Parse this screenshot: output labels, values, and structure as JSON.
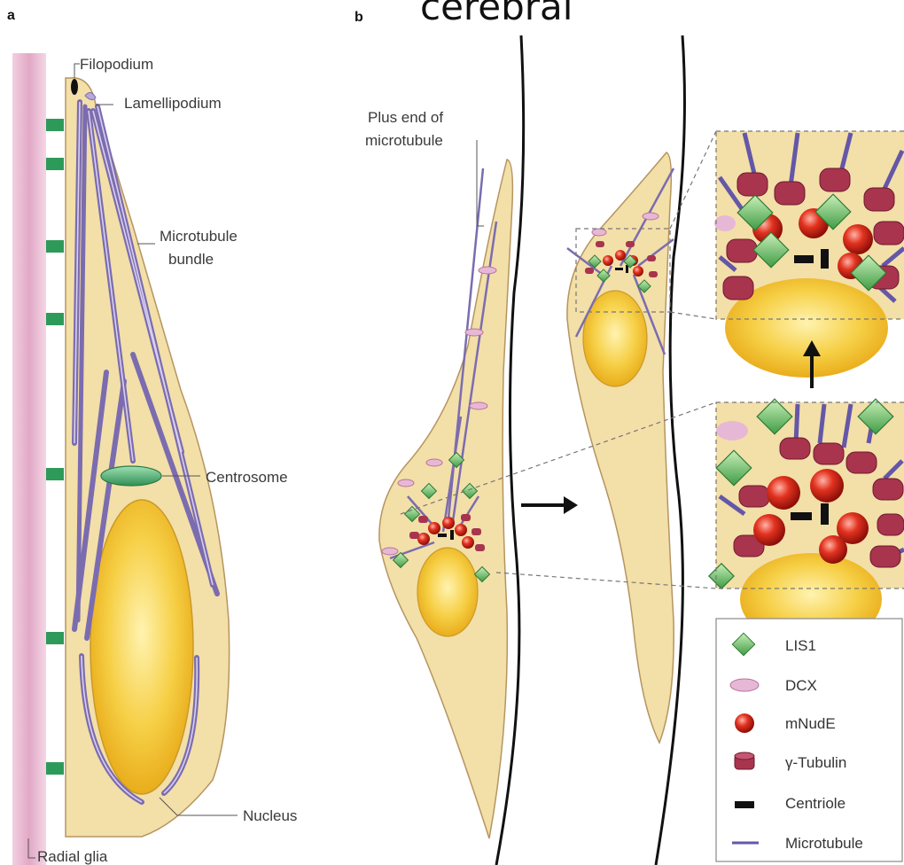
{
  "header": {
    "title_fragment": "cerebral",
    "panel_a": "a",
    "panel_b": "b"
  },
  "panel_a_labels": {
    "filopodium": "Filopodium",
    "lamellipodium": "Lamellipodium",
    "microtubule_bundle_1": "Microtubule",
    "microtubule_bundle_2": "bundle",
    "centrosome": "Centrosome",
    "nucleus": "Nucleus",
    "radial_glia": "Radial glia"
  },
  "panel_b_labels": {
    "plus_end_1": "Plus end of",
    "plus_end_2": "microtubule"
  },
  "legend": {
    "items": [
      {
        "label": "LIS1",
        "icon": "diamond-icon"
      },
      {
        "label": "DCX",
        "icon": "ellipse-icon"
      },
      {
        "label": "mNudE",
        "icon": "sphere-icon"
      },
      {
        "label": "γ-Tubulin",
        "icon": "cylinder-icon"
      },
      {
        "label": "Centriole",
        "icon": "bar-icon"
      },
      {
        "label": "Microtubule",
        "icon": "line-icon"
      }
    ]
  },
  "colors": {
    "cell": "#f3dfa8",
    "nucleus": "#f6c63a",
    "microtubule": "#7b6cb0",
    "lis1": "#6cc26a",
    "dcx": "#e7b8d6",
    "mnude": "#d42a1e",
    "tubulin": "#a8344e",
    "glia": "#e7b4cf",
    "adhesion": "#2e9a5a"
  }
}
